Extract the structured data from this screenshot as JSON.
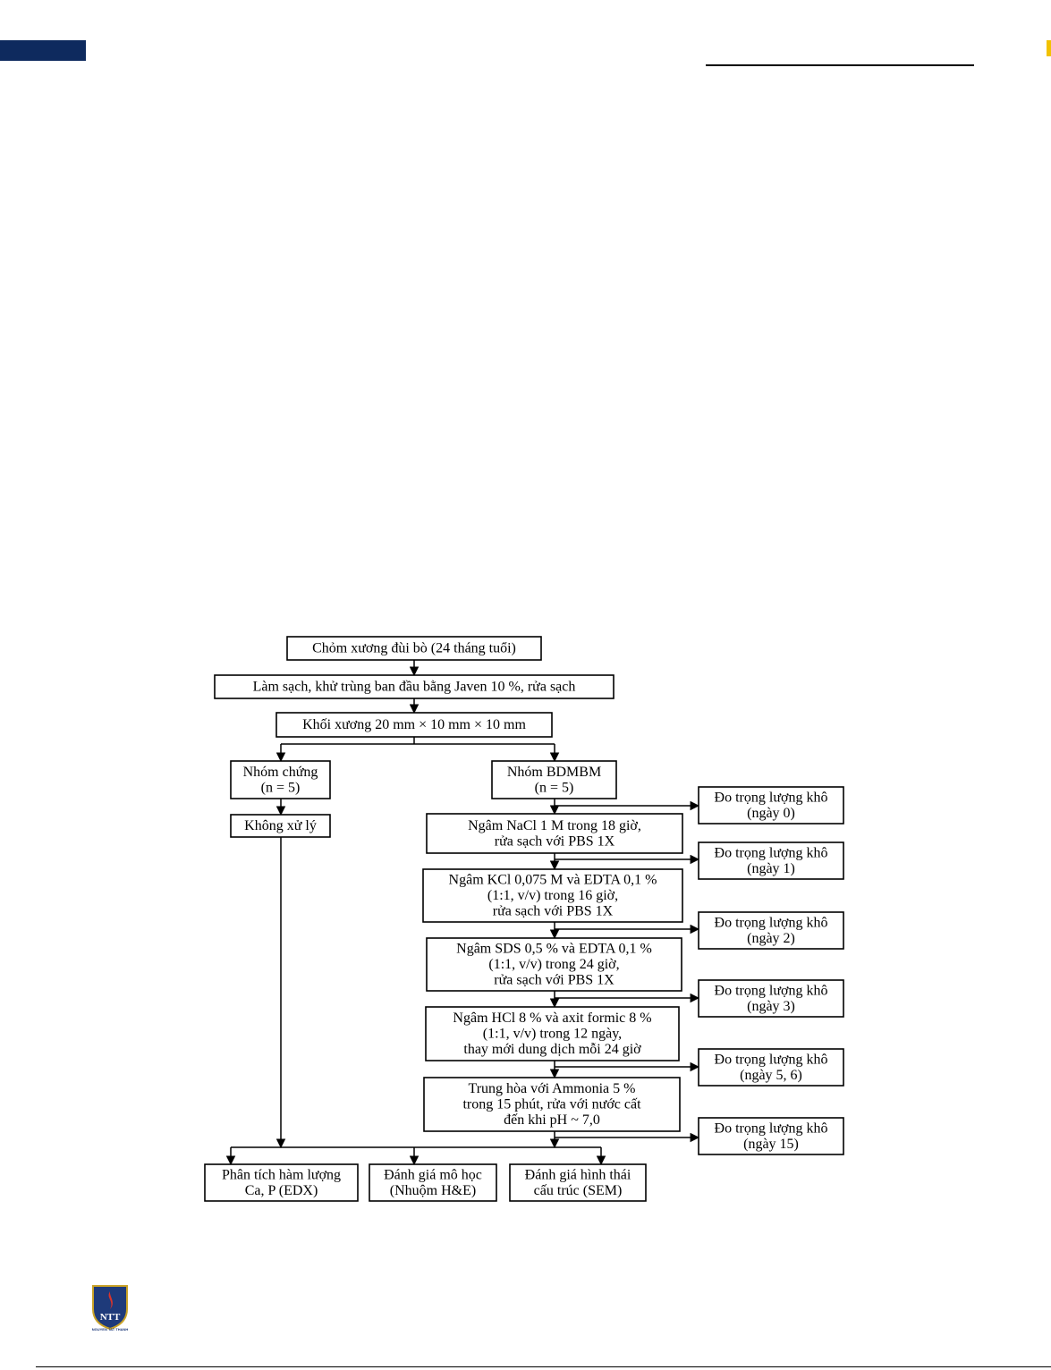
{
  "diagram": {
    "nodes": [
      {
        "id": "n1",
        "lines": [
          "Chỏm xương đùi bò (24 tháng tuổi)"
        ]
      },
      {
        "id": "n2",
        "lines": [
          "Làm sạch, khử trùng ban đầu bằng Javen 10 %, rửa sạch"
        ]
      },
      {
        "id": "n3",
        "lines": [
          "Khối xương 20 mm × 10 mm × 10 mm"
        ]
      },
      {
        "id": "n4",
        "lines": [
          "Nhóm chứng",
          "(n = 5)"
        ]
      },
      {
        "id": "n5",
        "lines": [
          "Nhóm BDMBM",
          "(n = 5)"
        ]
      },
      {
        "id": "n6",
        "lines": [
          "Không xử lý"
        ]
      },
      {
        "id": "s1",
        "lines": [
          "Ngâm NaCl 1 M trong 18 giờ,",
          "rửa sạch với PBS 1X"
        ]
      },
      {
        "id": "s2",
        "lines": [
          "Ngâm KCl 0,075 M và EDTA 0,1 %",
          "(1:1, v/v) trong 16 giờ,",
          "rửa sạch với PBS 1X"
        ]
      },
      {
        "id": "s3",
        "lines": [
          "Ngâm SDS 0,5 % và EDTA 0,1 %",
          "(1:1, v/v) trong 24 giờ,",
          "rửa sạch với PBS 1X"
        ]
      },
      {
        "id": "s4",
        "lines": [
          "Ngâm HCl 8 % và axit formic 8 %",
          "(1:1, v/v) trong 12 ngày,",
          "thay mới dung dịch mỗi 24 giờ"
        ]
      },
      {
        "id": "s5",
        "lines": [
          "Trung hòa với Ammonia 5 %",
          "trong 15 phút, rửa với nước cất",
          "đến khi pH ~ 7,0"
        ]
      },
      {
        "id": "w0",
        "lines": [
          "Đo trọng lượng khô",
          "(ngày 0)"
        ]
      },
      {
        "id": "w1",
        "lines": [
          "Đo trọng lượng khô",
          "(ngày 1)"
        ]
      },
      {
        "id": "w2",
        "lines": [
          "Đo trọng lượng khô",
          "(ngày 2)"
        ]
      },
      {
        "id": "w3",
        "lines": [
          "Đo trọng lượng khô",
          "(ngày 3)"
        ]
      },
      {
        "id": "w4",
        "lines": [
          "Đo trọng lượng khô",
          "(ngày 5, 6)"
        ]
      },
      {
        "id": "w5",
        "lines": [
          "Đo trọng lượng khô",
          "(ngày 15)"
        ]
      },
      {
        "id": "o1",
        "lines": [
          "Phân tích hàm lượng",
          "Ca, P (EDX)"
        ]
      },
      {
        "id": "o2",
        "lines": [
          "Đánh giá mô học",
          "(Nhuộm H&E)"
        ]
      },
      {
        "id": "o3",
        "lines": [
          "Đánh giá hình thái",
          "cấu trúc (SEM)"
        ]
      }
    ]
  },
  "footer": {
    "logo_text": "NTT",
    "logo_caption": "NGUYEN TAT THANH"
  }
}
